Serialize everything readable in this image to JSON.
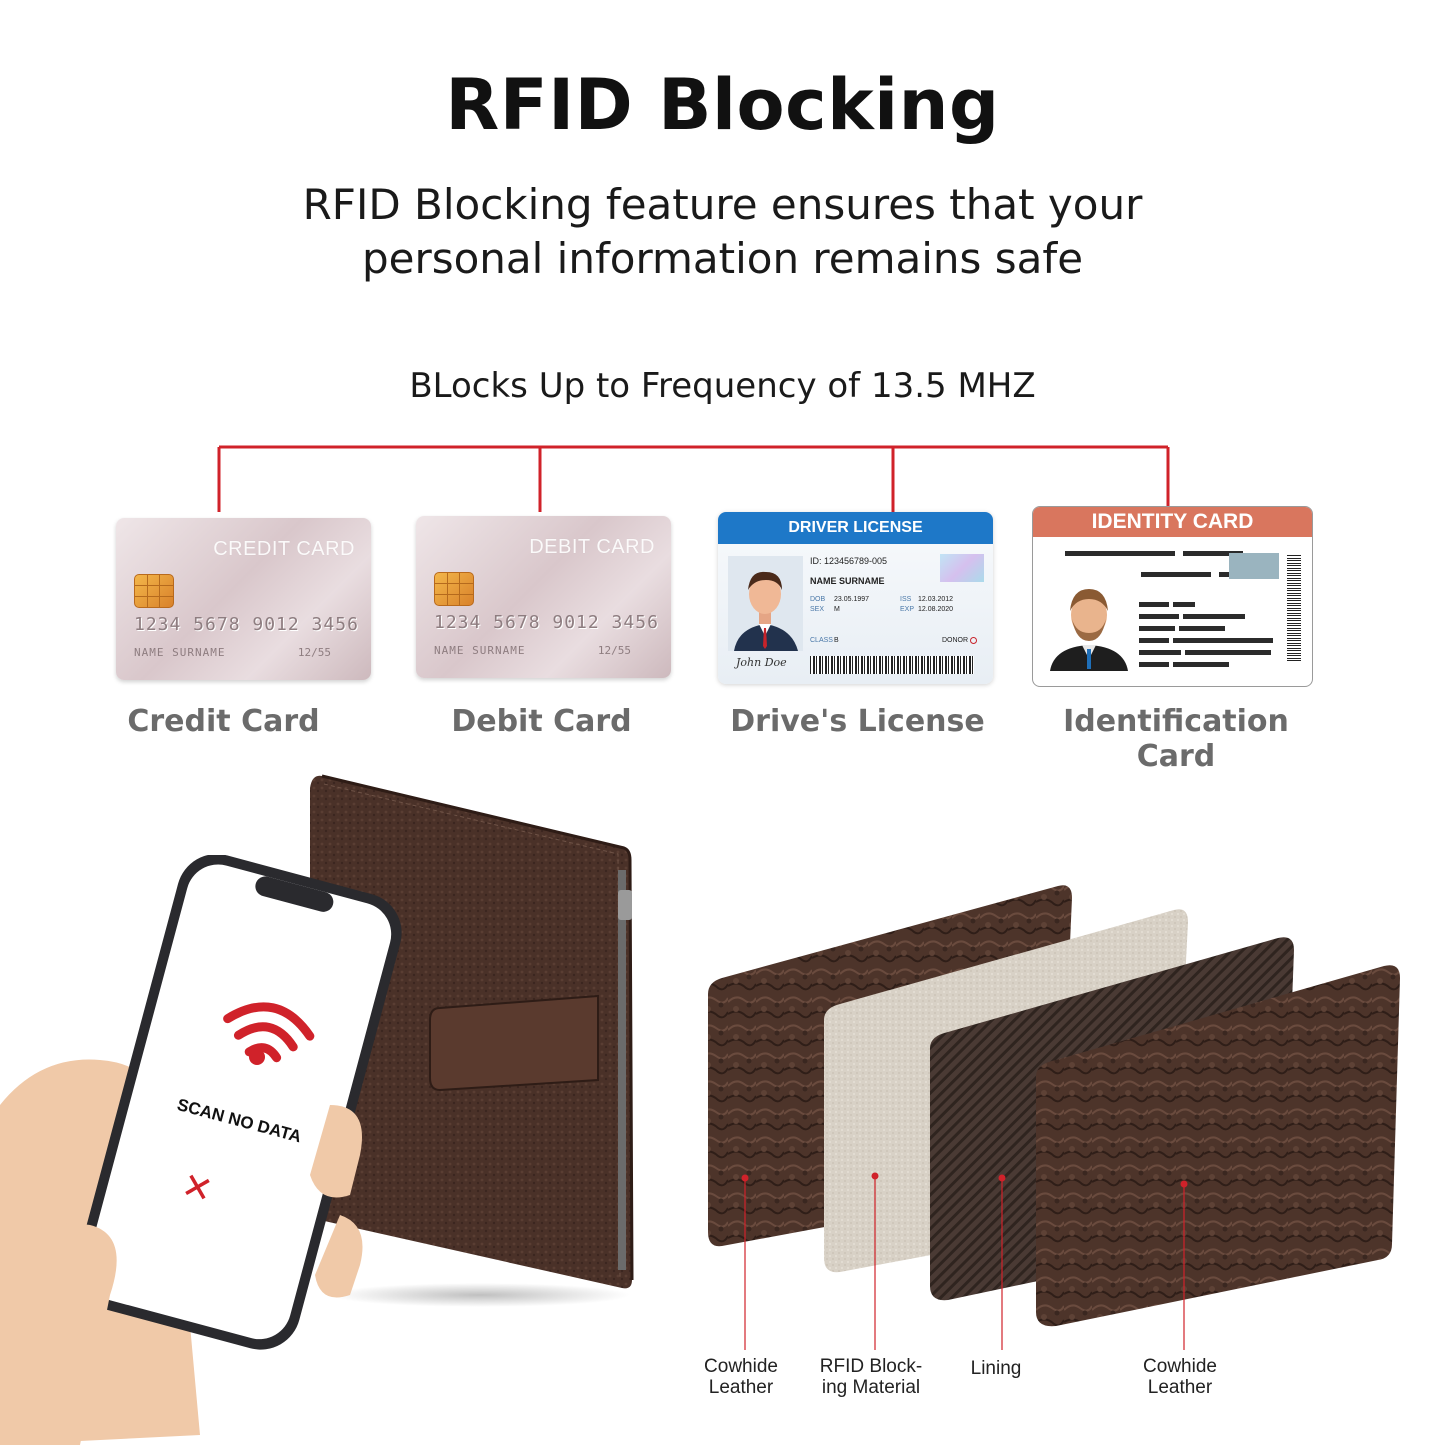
{
  "header": {
    "title": "RFID Blocking",
    "subtitle_line1": "RFID Blocking feature ensures that your",
    "subtitle_line2": "personal information remains safe"
  },
  "frequency_text": "BLocks Up to Frequency of 13.5 MHZ",
  "cards": [
    {
      "label": "Credit Card",
      "card_title": "CREDIT CARD",
      "number": "1234 5678 9012 3456",
      "name": "NAME SURNAME",
      "expiry": "12/55"
    },
    {
      "label": "Debit Card",
      "card_title": "DEBIT CARD",
      "number": "1234 5678 9012 3456",
      "name": "NAME SURNAME",
      "expiry": "12/55"
    },
    {
      "label": "Drive's License",
      "card_title": "DRIVER LICENSE",
      "id": "ID: 123456789-005",
      "name": "NAME SURNAME",
      "dob_label": "DOB",
      "dob": "23.05.1997",
      "sex_label": "SEX",
      "sex": "M",
      "iss_label": "ISS",
      "iss": "12.03.2012",
      "exp_label": "EXP",
      "exp": "12.08.2020",
      "class_label": "CLASS",
      "class": "B",
      "donor_label": "DONOR",
      "signature": "John Doe"
    },
    {
      "label": "Identification Card",
      "card_title": "IDENTITY CARD"
    }
  ],
  "phone": {
    "scan_text": "SCAN NO DATA",
    "cross": "✕"
  },
  "layers": [
    {
      "label": "Cowhide\nLeather"
    },
    {
      "label": "RFID Block-\ning Material"
    },
    {
      "label": "Lining"
    },
    {
      "label": "Cowhide\nLeather"
    }
  ],
  "colors": {
    "accent_red": "#d0222a",
    "leather_brown": "#4a3128",
    "license_blue": "#1e78c8",
    "identity_orange": "#d9765e"
  }
}
